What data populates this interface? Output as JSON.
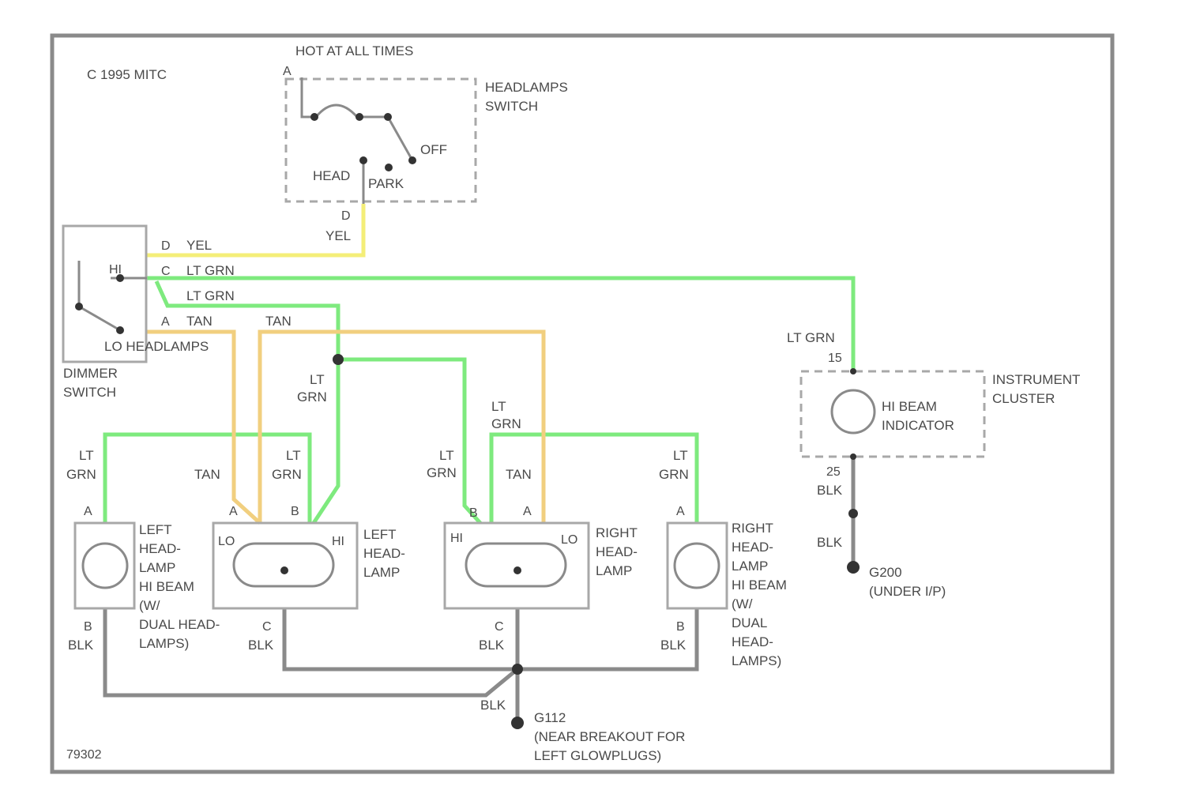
{
  "diagram": {
    "copyright": "C 1995 MITC",
    "hot_at_all_times": "HOT AT ALL TIMES",
    "figure_id": "79302",
    "wire_colors": {
      "yel": "#f4ee78",
      "tan": "#f1cf7f",
      "grn": "#7eea7e",
      "blk": "#8a8a8a"
    },
    "headlamps_switch": {
      "name_line1": "HEADLAMPS",
      "name_line2": "SWITCH",
      "pin_a": "A",
      "pin_d": "D",
      "pos_off": "OFF",
      "pos_head": "HEAD",
      "pos_park": "PARK"
    },
    "dimmer_switch": {
      "name_line1": "DIMMER",
      "name_line2": "SWITCH",
      "pin_d": "D",
      "pin_c": "C",
      "pin_a": "A",
      "hi": "HI",
      "lo_headlamps": "LO HEADLAMPS"
    },
    "wires": {
      "yel": "YEL",
      "lt_grn": "LT GRN",
      "tan": "TAN",
      "lt": "LT",
      "grn": "GRN",
      "blk": "BLK"
    },
    "instrument_cluster": {
      "name_line1": "INSTRUMENT",
      "name_line2": "CLUSTER",
      "pin_top": "15",
      "pin_bottom": "25",
      "indicator_line1": "HI BEAM",
      "indicator_line2": "INDICATOR"
    },
    "left_hi_lamp": {
      "line1": "LEFT",
      "line2": "HEAD-",
      "line3": "LAMP",
      "line4": "HI BEAM",
      "line5": "(W/",
      "line6": "DUAL HEAD-",
      "line7": "LAMPS)",
      "pin_a": "A",
      "pin_b": "B"
    },
    "left_head_lamp": {
      "line1": "LEFT",
      "line2": "HEAD-",
      "line3": "LAMP",
      "lo": "LO",
      "hi": "HI",
      "pin_a": "A",
      "pin_b": "B",
      "pin_c": "C"
    },
    "right_head_lamp": {
      "line1": "RIGHT",
      "line2": "HEAD-",
      "line3": "LAMP",
      "lo": "LO",
      "hi": "HI",
      "pin_a": "A",
      "pin_b": "B",
      "pin_c": "C"
    },
    "right_hi_lamp": {
      "line1": "RIGHT",
      "line2": "HEAD-",
      "line3": "LAMP",
      "line4": "HI BEAM",
      "line5": "(W/",
      "line6": "DUAL",
      "line7": "HEAD-",
      "line8": "LAMPS)",
      "pin_a": "A",
      "pin_b": "B"
    },
    "ground_g200": {
      "id": "G200",
      "location": "(UNDER I/P)"
    },
    "ground_g112": {
      "id": "G112",
      "location_line1": "(NEAR BREAKOUT FOR",
      "location_line2": "LEFT GLOWPLUGS)"
    }
  }
}
